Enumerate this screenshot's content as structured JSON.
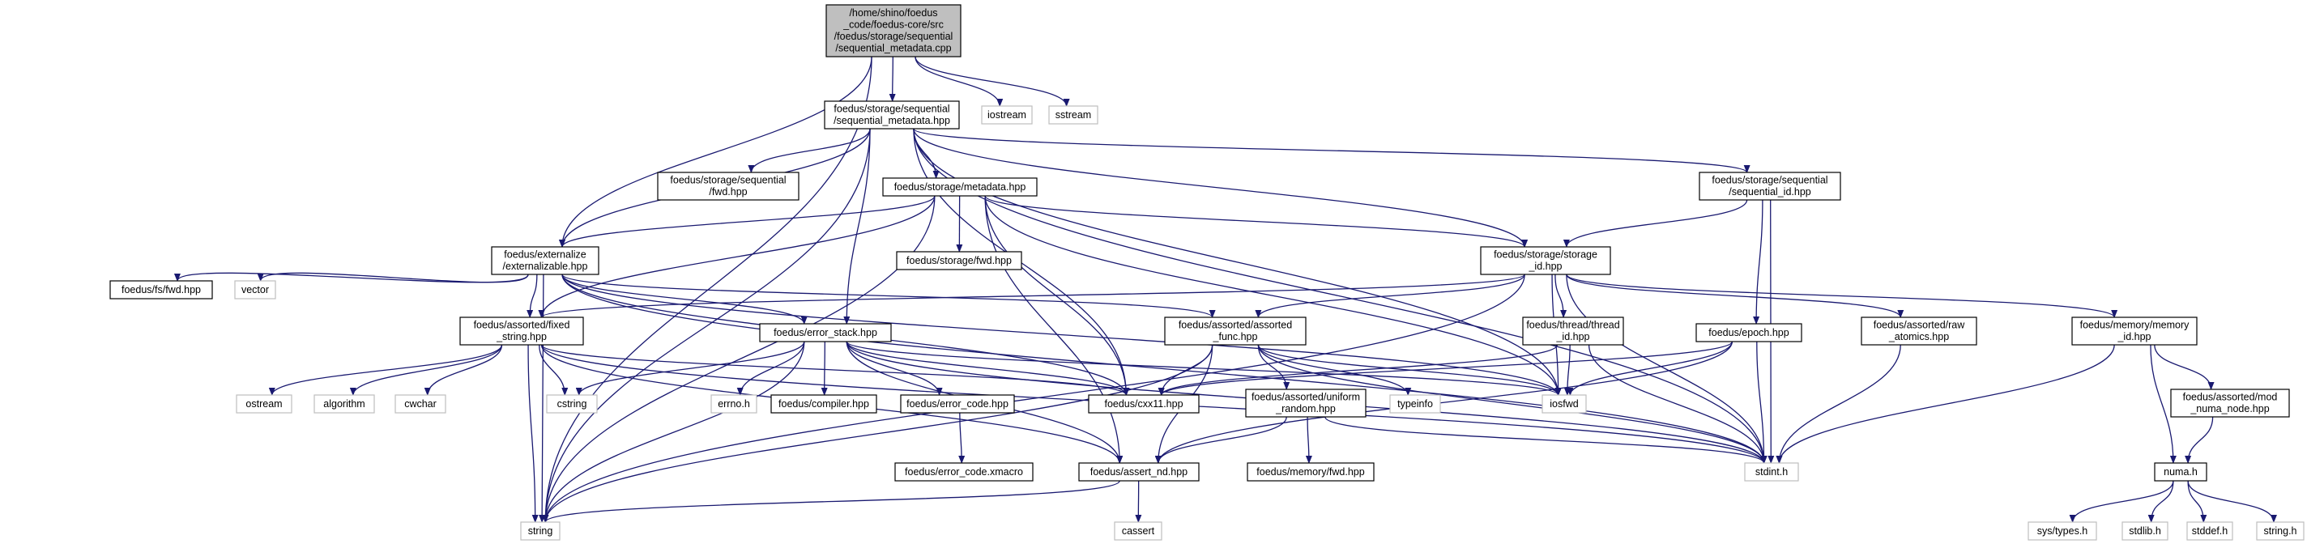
{
  "colors": {
    "edge": "#191970",
    "root_fill": "#bfbfbf",
    "node_fill": "#ffffff",
    "node_border": "#000000",
    "external_border": "#bfbfbf"
  },
  "nodes": [
    {
      "id": "root",
      "kind": "root",
      "lines": [
        "/home/shino/foedus",
        "_code/foedus-core/src",
        "/foedus/storage/sequential",
        "/sequential_metadata.cpp"
      ]
    },
    {
      "id": "seq_meta_hpp",
      "kind": "normal",
      "lines": [
        "foedus/storage/sequential",
        "/sequential_metadata.hpp"
      ]
    },
    {
      "id": "iostream",
      "kind": "external",
      "lines": [
        "iostream"
      ]
    },
    {
      "id": "sstream",
      "kind": "external",
      "lines": [
        "sstream"
      ]
    },
    {
      "id": "seq_fwd",
      "kind": "normal",
      "lines": [
        "foedus/storage/sequential",
        "/fwd.hpp"
      ]
    },
    {
      "id": "storage_metadata",
      "kind": "normal",
      "lines": [
        "foedus/storage/metadata.hpp"
      ]
    },
    {
      "id": "seq_id",
      "kind": "normal",
      "lines": [
        "foedus/storage/sequential",
        "/sequential_id.hpp"
      ]
    },
    {
      "id": "externalizable",
      "kind": "normal",
      "lines": [
        "foedus/externalize",
        "/externalizable.hpp"
      ]
    },
    {
      "id": "storage_fwd",
      "kind": "normal",
      "lines": [
        "foedus/storage/fwd.hpp"
      ]
    },
    {
      "id": "storage_id",
      "kind": "normal",
      "lines": [
        "foedus/storage/storage",
        "_id.hpp"
      ]
    },
    {
      "id": "fs_fwd",
      "kind": "normal",
      "lines": [
        "foedus/fs/fwd.hpp"
      ]
    },
    {
      "id": "vector",
      "kind": "external",
      "lines": [
        "vector"
      ]
    },
    {
      "id": "fixed_string",
      "kind": "normal",
      "lines": [
        "foedus/assorted/fixed",
        "_string.hpp"
      ]
    },
    {
      "id": "error_stack",
      "kind": "normal",
      "lines": [
        "foedus/error_stack.hpp"
      ]
    },
    {
      "id": "assorted_func",
      "kind": "normal",
      "lines": [
        "foedus/assorted/assorted",
        "_func.hpp"
      ]
    },
    {
      "id": "thread_id",
      "kind": "normal",
      "lines": [
        "foedus/thread/thread",
        "_id.hpp"
      ]
    },
    {
      "id": "epoch",
      "kind": "normal",
      "lines": [
        "foedus/epoch.hpp"
      ]
    },
    {
      "id": "raw_atomics",
      "kind": "normal",
      "lines": [
        "foedus/assorted/raw",
        "_atomics.hpp"
      ]
    },
    {
      "id": "memory_id",
      "kind": "normal",
      "lines": [
        "foedus/memory/memory",
        "_id.hpp"
      ]
    },
    {
      "id": "ostream",
      "kind": "external",
      "lines": [
        "ostream"
      ]
    },
    {
      "id": "algorithm",
      "kind": "external",
      "lines": [
        "algorithm"
      ]
    },
    {
      "id": "cwchar",
      "kind": "external",
      "lines": [
        "cwchar"
      ]
    },
    {
      "id": "cstring",
      "kind": "external",
      "lines": [
        "cstring"
      ]
    },
    {
      "id": "errno",
      "kind": "external",
      "lines": [
        "errno.h"
      ]
    },
    {
      "id": "compiler",
      "kind": "normal",
      "lines": [
        "foedus/compiler.hpp"
      ]
    },
    {
      "id": "error_code",
      "kind": "normal",
      "lines": [
        "foedus/error_code.hpp"
      ]
    },
    {
      "id": "cxx11",
      "kind": "normal",
      "lines": [
        "foedus/cxx11.hpp"
      ]
    },
    {
      "id": "uniform_random",
      "kind": "normal",
      "lines": [
        "foedus/assorted/uniform",
        "_random.hpp"
      ]
    },
    {
      "id": "typeinfo",
      "kind": "external",
      "lines": [
        "typeinfo"
      ]
    },
    {
      "id": "iosfwd",
      "kind": "external",
      "lines": [
        "iosfwd"
      ]
    },
    {
      "id": "numa_node",
      "kind": "normal",
      "lines": [
        "foedus/assorted/mod",
        "_numa_node.hpp"
      ]
    },
    {
      "id": "error_code_xmacro",
      "kind": "normal",
      "lines": [
        "foedus/error_code.xmacro"
      ]
    },
    {
      "id": "assert_nd",
      "kind": "normal",
      "lines": [
        "foedus/assert_nd.hpp"
      ]
    },
    {
      "id": "memory_fwd",
      "kind": "normal",
      "lines": [
        "foedus/memory/fwd.hpp"
      ]
    },
    {
      "id": "stdint",
      "kind": "external",
      "lines": [
        "stdint.h"
      ]
    },
    {
      "id": "numa_h",
      "kind": "normal",
      "lines": [
        "numa.h"
      ]
    },
    {
      "id": "string",
      "kind": "external",
      "lines": [
        "string"
      ]
    },
    {
      "id": "cassert",
      "kind": "external",
      "lines": [
        "cassert"
      ]
    },
    {
      "id": "sys_types",
      "kind": "external",
      "lines": [
        "sys/types.h"
      ]
    },
    {
      "id": "stdlib",
      "kind": "external",
      "lines": [
        "stdlib.h"
      ]
    },
    {
      "id": "stddef",
      "kind": "external",
      "lines": [
        "stddef.h"
      ]
    },
    {
      "id": "string_h",
      "kind": "external",
      "lines": [
        "string.h"
      ]
    }
  ],
  "edges": [
    [
      "root",
      "seq_meta_hpp"
    ],
    [
      "root",
      "iostream"
    ],
    [
      "root",
      "sstream"
    ],
    [
      "root",
      "externalizable"
    ],
    [
      "root",
      "string"
    ],
    [
      "seq_meta_hpp",
      "seq_fwd"
    ],
    [
      "seq_meta_hpp",
      "storage_metadata"
    ],
    [
      "seq_meta_hpp",
      "seq_id"
    ],
    [
      "seq_meta_hpp",
      "externalizable"
    ],
    [
      "seq_meta_hpp",
      "storage_id"
    ],
    [
      "seq_meta_hpp",
      "error_stack"
    ],
    [
      "seq_meta_hpp",
      "cxx11"
    ],
    [
      "seq_meta_hpp",
      "iosfwd"
    ],
    [
      "seq_meta_hpp",
      "stdint"
    ],
    [
      "seq_meta_hpp",
      "string"
    ],
    [
      "storage_metadata",
      "externalizable"
    ],
    [
      "storage_metadata",
      "storage_fwd"
    ],
    [
      "storage_metadata",
      "storage_id"
    ],
    [
      "storage_metadata",
      "fixed_string"
    ],
    [
      "storage_metadata",
      "cxx11"
    ],
    [
      "storage_metadata",
      "iosfwd"
    ],
    [
      "storage_metadata",
      "string"
    ],
    [
      "storage_metadata",
      "assert_nd"
    ],
    [
      "seq_id",
      "storage_id"
    ],
    [
      "seq_id",
      "epoch"
    ],
    [
      "seq_id",
      "stdint"
    ],
    [
      "externalizable",
      "fs_fwd"
    ],
    [
      "externalizable",
      "vector"
    ],
    [
      "externalizable",
      "fixed_string"
    ],
    [
      "externalizable",
      "error_stack"
    ],
    [
      "externalizable",
      "assorted_func"
    ],
    [
      "externalizable",
      "cxx11"
    ],
    [
      "externalizable",
      "iosfwd"
    ],
    [
      "externalizable",
      "string"
    ],
    [
      "externalizable",
      "stdint"
    ],
    [
      "storage_id",
      "fixed_string"
    ],
    [
      "storage_id",
      "assorted_func"
    ],
    [
      "storage_id",
      "thread_id"
    ],
    [
      "storage_id",
      "raw_atomics"
    ],
    [
      "storage_id",
      "memory_id"
    ],
    [
      "storage_id",
      "iosfwd"
    ],
    [
      "storage_id",
      "stdint"
    ],
    [
      "storage_id",
      "string"
    ],
    [
      "fixed_string",
      "ostream"
    ],
    [
      "fixed_string",
      "algorithm"
    ],
    [
      "fixed_string",
      "cwchar"
    ],
    [
      "fixed_string",
      "cstring"
    ],
    [
      "fixed_string",
      "cxx11"
    ],
    [
      "fixed_string",
      "string"
    ],
    [
      "fixed_string",
      "stdint"
    ],
    [
      "fixed_string",
      "assert_nd"
    ],
    [
      "error_stack",
      "cstring"
    ],
    [
      "error_stack",
      "errno"
    ],
    [
      "error_stack",
      "compiler"
    ],
    [
      "error_stack",
      "error_code"
    ],
    [
      "error_stack",
      "cxx11"
    ],
    [
      "error_stack",
      "iosfwd"
    ],
    [
      "error_stack",
      "string"
    ],
    [
      "error_stack",
      "stdint"
    ],
    [
      "error_stack",
      "assert_nd"
    ],
    [
      "assorted_func",
      "cxx11"
    ],
    [
      "assorted_func",
      "uniform_random"
    ],
    [
      "assorted_func",
      "typeinfo"
    ],
    [
      "assorted_func",
      "iosfwd"
    ],
    [
      "assorted_func",
      "stdint"
    ],
    [
      "assorted_func",
      "assert_nd"
    ],
    [
      "assorted_func",
      "string"
    ],
    [
      "thread_id",
      "cxx11"
    ],
    [
      "thread_id",
      "iosfwd"
    ],
    [
      "thread_id",
      "stdint"
    ],
    [
      "epoch",
      "cxx11"
    ],
    [
      "epoch",
      "iosfwd"
    ],
    [
      "epoch",
      "stdint"
    ],
    [
      "epoch",
      "assert_nd"
    ],
    [
      "raw_atomics",
      "stdint"
    ],
    [
      "memory_id",
      "numa_node"
    ],
    [
      "memory_id",
      "numa_h"
    ],
    [
      "memory_id",
      "stdint"
    ],
    [
      "numa_node",
      "numa_h"
    ],
    [
      "error_code",
      "error_code_xmacro"
    ],
    [
      "uniform_random",
      "memory_fwd"
    ],
    [
      "uniform_random",
      "assert_nd"
    ],
    [
      "uniform_random",
      "stdint"
    ],
    [
      "assert_nd",
      "string"
    ],
    [
      "assert_nd",
      "cassert"
    ],
    [
      "numa_h",
      "sys_types"
    ],
    [
      "numa_h",
      "stdlib"
    ],
    [
      "numa_h",
      "stddef"
    ],
    [
      "numa_h",
      "string_h"
    ]
  ]
}
